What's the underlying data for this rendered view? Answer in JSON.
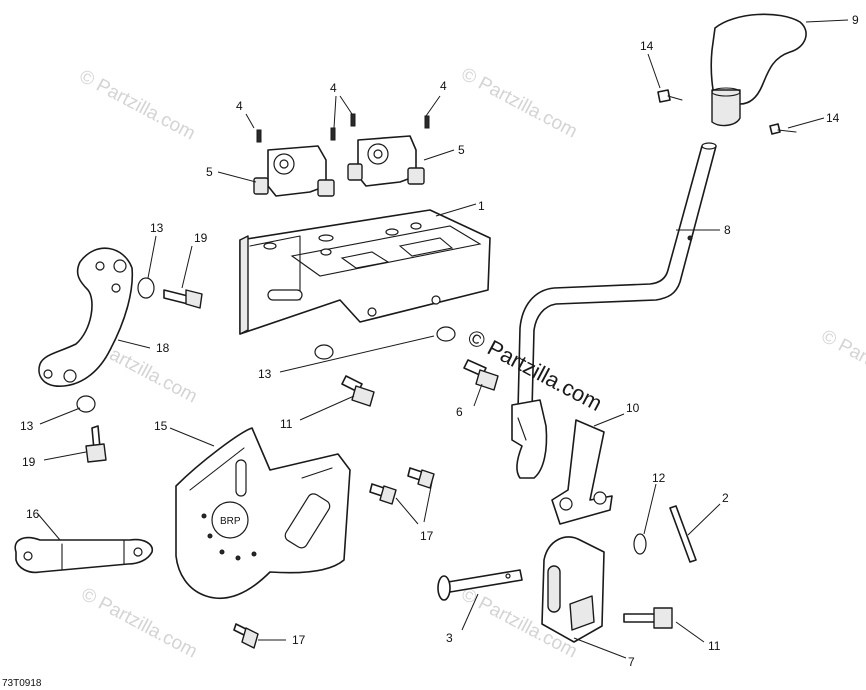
{
  "diagram": {
    "drawing_code": "73T0918",
    "watermark": "© Partzilla.com",
    "watermark_repeat": "© Partzilla.com",
    "callouts": [
      {
        "id": "c1",
        "label": "1"
      },
      {
        "id": "c2",
        "label": "2"
      },
      {
        "id": "c3",
        "label": "3"
      },
      {
        "id": "c4a",
        "label": "4"
      },
      {
        "id": "c4b",
        "label": "4"
      },
      {
        "id": "c4c",
        "label": "4"
      },
      {
        "id": "c5a",
        "label": "5"
      },
      {
        "id": "c5b",
        "label": "5"
      },
      {
        "id": "c6",
        "label": "6"
      },
      {
        "id": "c7",
        "label": "7"
      },
      {
        "id": "c8",
        "label": "8"
      },
      {
        "id": "c9",
        "label": "9"
      },
      {
        "id": "c10",
        "label": "10"
      },
      {
        "id": "c11a",
        "label": "11"
      },
      {
        "id": "c11b",
        "label": "11"
      },
      {
        "id": "c12",
        "label": "12"
      },
      {
        "id": "c13a",
        "label": "13"
      },
      {
        "id": "c13b",
        "label": "13"
      },
      {
        "id": "c13c",
        "label": "13"
      },
      {
        "id": "c14a",
        "label": "14"
      },
      {
        "id": "c14b",
        "label": "14"
      },
      {
        "id": "c15",
        "label": "15"
      },
      {
        "id": "c16",
        "label": "16"
      },
      {
        "id": "c17a",
        "label": "17"
      },
      {
        "id": "c17b",
        "label": "17"
      },
      {
        "id": "c18",
        "label": "18"
      },
      {
        "id": "c19a",
        "label": "19"
      },
      {
        "id": "c19b",
        "label": "19"
      }
    ]
  }
}
